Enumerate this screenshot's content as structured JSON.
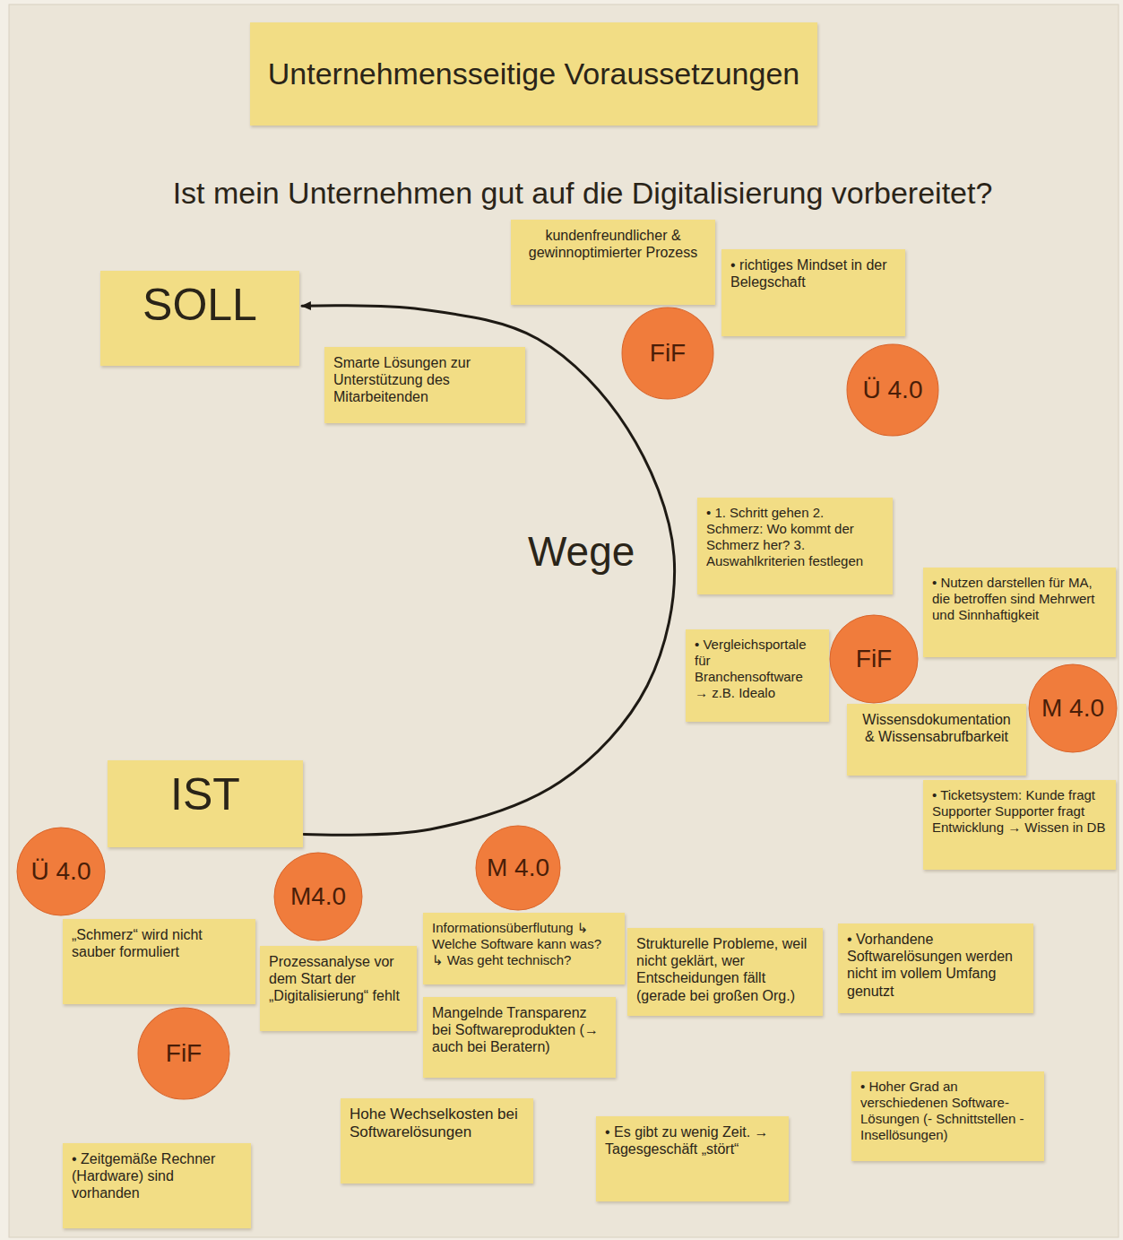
{
  "diagram": {
    "title": "Unternehmensseitige Voraussetzungen",
    "nodes": [
      {
        "text": [
          "SOLL"
        ]
      },
      {
        "text": [
          "kundenfreundlicher & gewinnoptimierter Prozess"
        ]
      },
      {
        "text": [
          "FiF"
        ]
      },
      {
        "text": [
          "• richtiges Mindset in der Belegschaft"
        ]
      },
      {
        "text": [
          "Ü 4.0"
        ]
      },
      {
        "text": [
          "Smarte Lösungen zur Unterstützung des Mitarbeitenden"
        ]
      },
      {
        "text": [
          "• 1. Schritt gehen 2. Schmerz: Wo kommt der Schmerz her? 3. Auswahlkriterien festlegen"
        ]
      },
      {
        "text": [
          "• Nutzen darstellen für MA, die betroffen sind Mehrwert und Sinnhaftigkeit"
        ]
      },
      {
        "text": [
          "• Vergleichsportale für Branchensoftware → z.B. Idealo"
        ]
      },
      {
        "text": [
          "FiF"
        ]
      },
      {
        "text": [
          "M 4.0"
        ]
      },
      {
        "text": [
          "Wissensdokumentation & Wissensabrufbarkeit"
        ]
      },
      {
        "text": [
          "• Ticketsystem: Kunde fragt Supporter Supporter fragt Entwicklung → Wissen in DB"
        ]
      },
      {
        "text": [
          "IST"
        ]
      },
      {
        "text": [
          "Ü 4.0"
        ]
      },
      {
        "text": [
          "„Schmerz“ wird nicht sauber formuliert"
        ]
      },
      {
        "text": [
          "M4.0"
        ]
      },
      {
        "text": [
          "FiF"
        ]
      },
      {
        "text": [
          "Prozessanalyse vor dem Start der „Digitalisierung“ fehlt"
        ]
      },
      {
        "text": [
          "M 4.0"
        ]
      },
      {
        "text": [
          "Informationsüberflutung ↳ Welche Software kann was? ↳ Was geht technisch?"
        ]
      },
      {
        "text": [
          "Mangelnde Transparenz bei Softwareprodukten (→ auch bei Beratern)"
        ]
      },
      {
        "text": [
          "Strukturelle Probleme, weil nicht geklärt, wer Entscheidungen fällt (gerade bei großen Org.)"
        ]
      },
      {
        "text": [
          "• Vorhandene Softwarelösungen werden nicht im vollem Umfang genutzt"
        ]
      },
      {
        "text": [
          "Hohe Wechselkosten bei Softwarelösungen"
        ]
      },
      {
        "text": [
          "• Es gibt zu wenig Zeit. → Tagesgeschäft „stört“"
        ]
      },
      {
        "text": [
          "• Hoher Grad an verschiedenen Software-Lösungen (- Schnittstellen - Insellösungen)"
        ]
      },
      {
        "text": [
          "• Zeitgemäße Rechner (Hardware) sind vorhanden"
        ]
      }
    ],
    "edges": [
      {
        "from": 13,
        "to": 0,
        "arrow": "to",
        "label": "Wege"
      }
    ],
    "labels": [
      "Ist mein Unternehmen gut auf die Digitalisierung vorbereitet?"
    ]
  }
}
